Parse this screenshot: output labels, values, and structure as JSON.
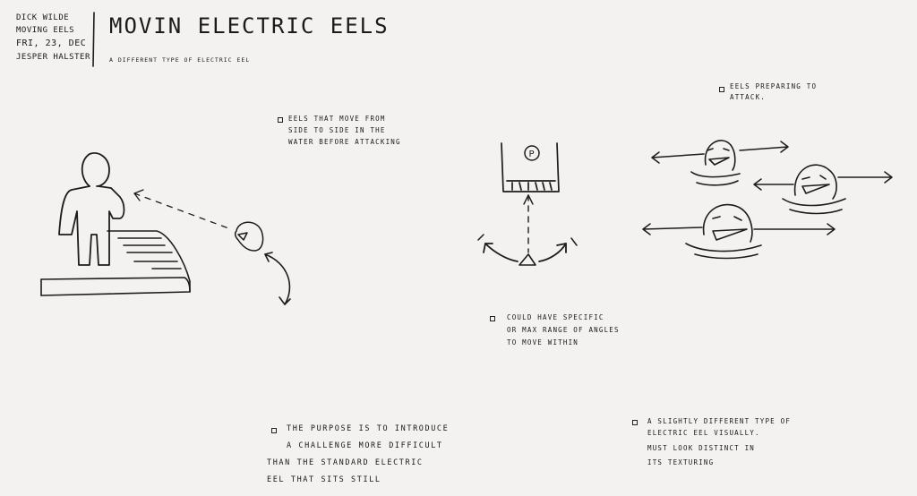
{
  "header": {
    "meta_lines": [
      "Dick Wilde",
      "Moving Eels",
      "FRI, 23, DEC",
      "Jesper Halster"
    ],
    "title": "MOVIN ELECTRIC EELS",
    "subtitle": "A DIFFERENT TYPE OF ELECTRIC EEL"
  },
  "notes": {
    "movement": [
      "EELS THAT MOVE FROM",
      "SIDE TO SIDE IN THE",
      "WATER BEFORE ATTACKING"
    ],
    "preparing": [
      "EELS PREPARING TO",
      "ATTACK."
    ],
    "angles": [
      "COULD HAVE SPECIFIC",
      "OR MAX RANGE OF ANGLES",
      "TO MOVE WITHIN"
    ],
    "purpose": [
      "THE PURPOSE IS TO INTRODUCE",
      "A CHALLENGE MORE DIFFICULT",
      "THAN THE STANDARD ELECTRIC",
      "EEL THAT SITS STILL"
    ],
    "visual": [
      "A SLIGHTLY DIFFERENT TYPE OF",
      "ELECTRIC EEL VISUALLY.",
      "MUST LOOK DISTINCT IN",
      "ITS TEXTURING"
    ]
  },
  "diagram": {
    "pivot_label": "P"
  }
}
